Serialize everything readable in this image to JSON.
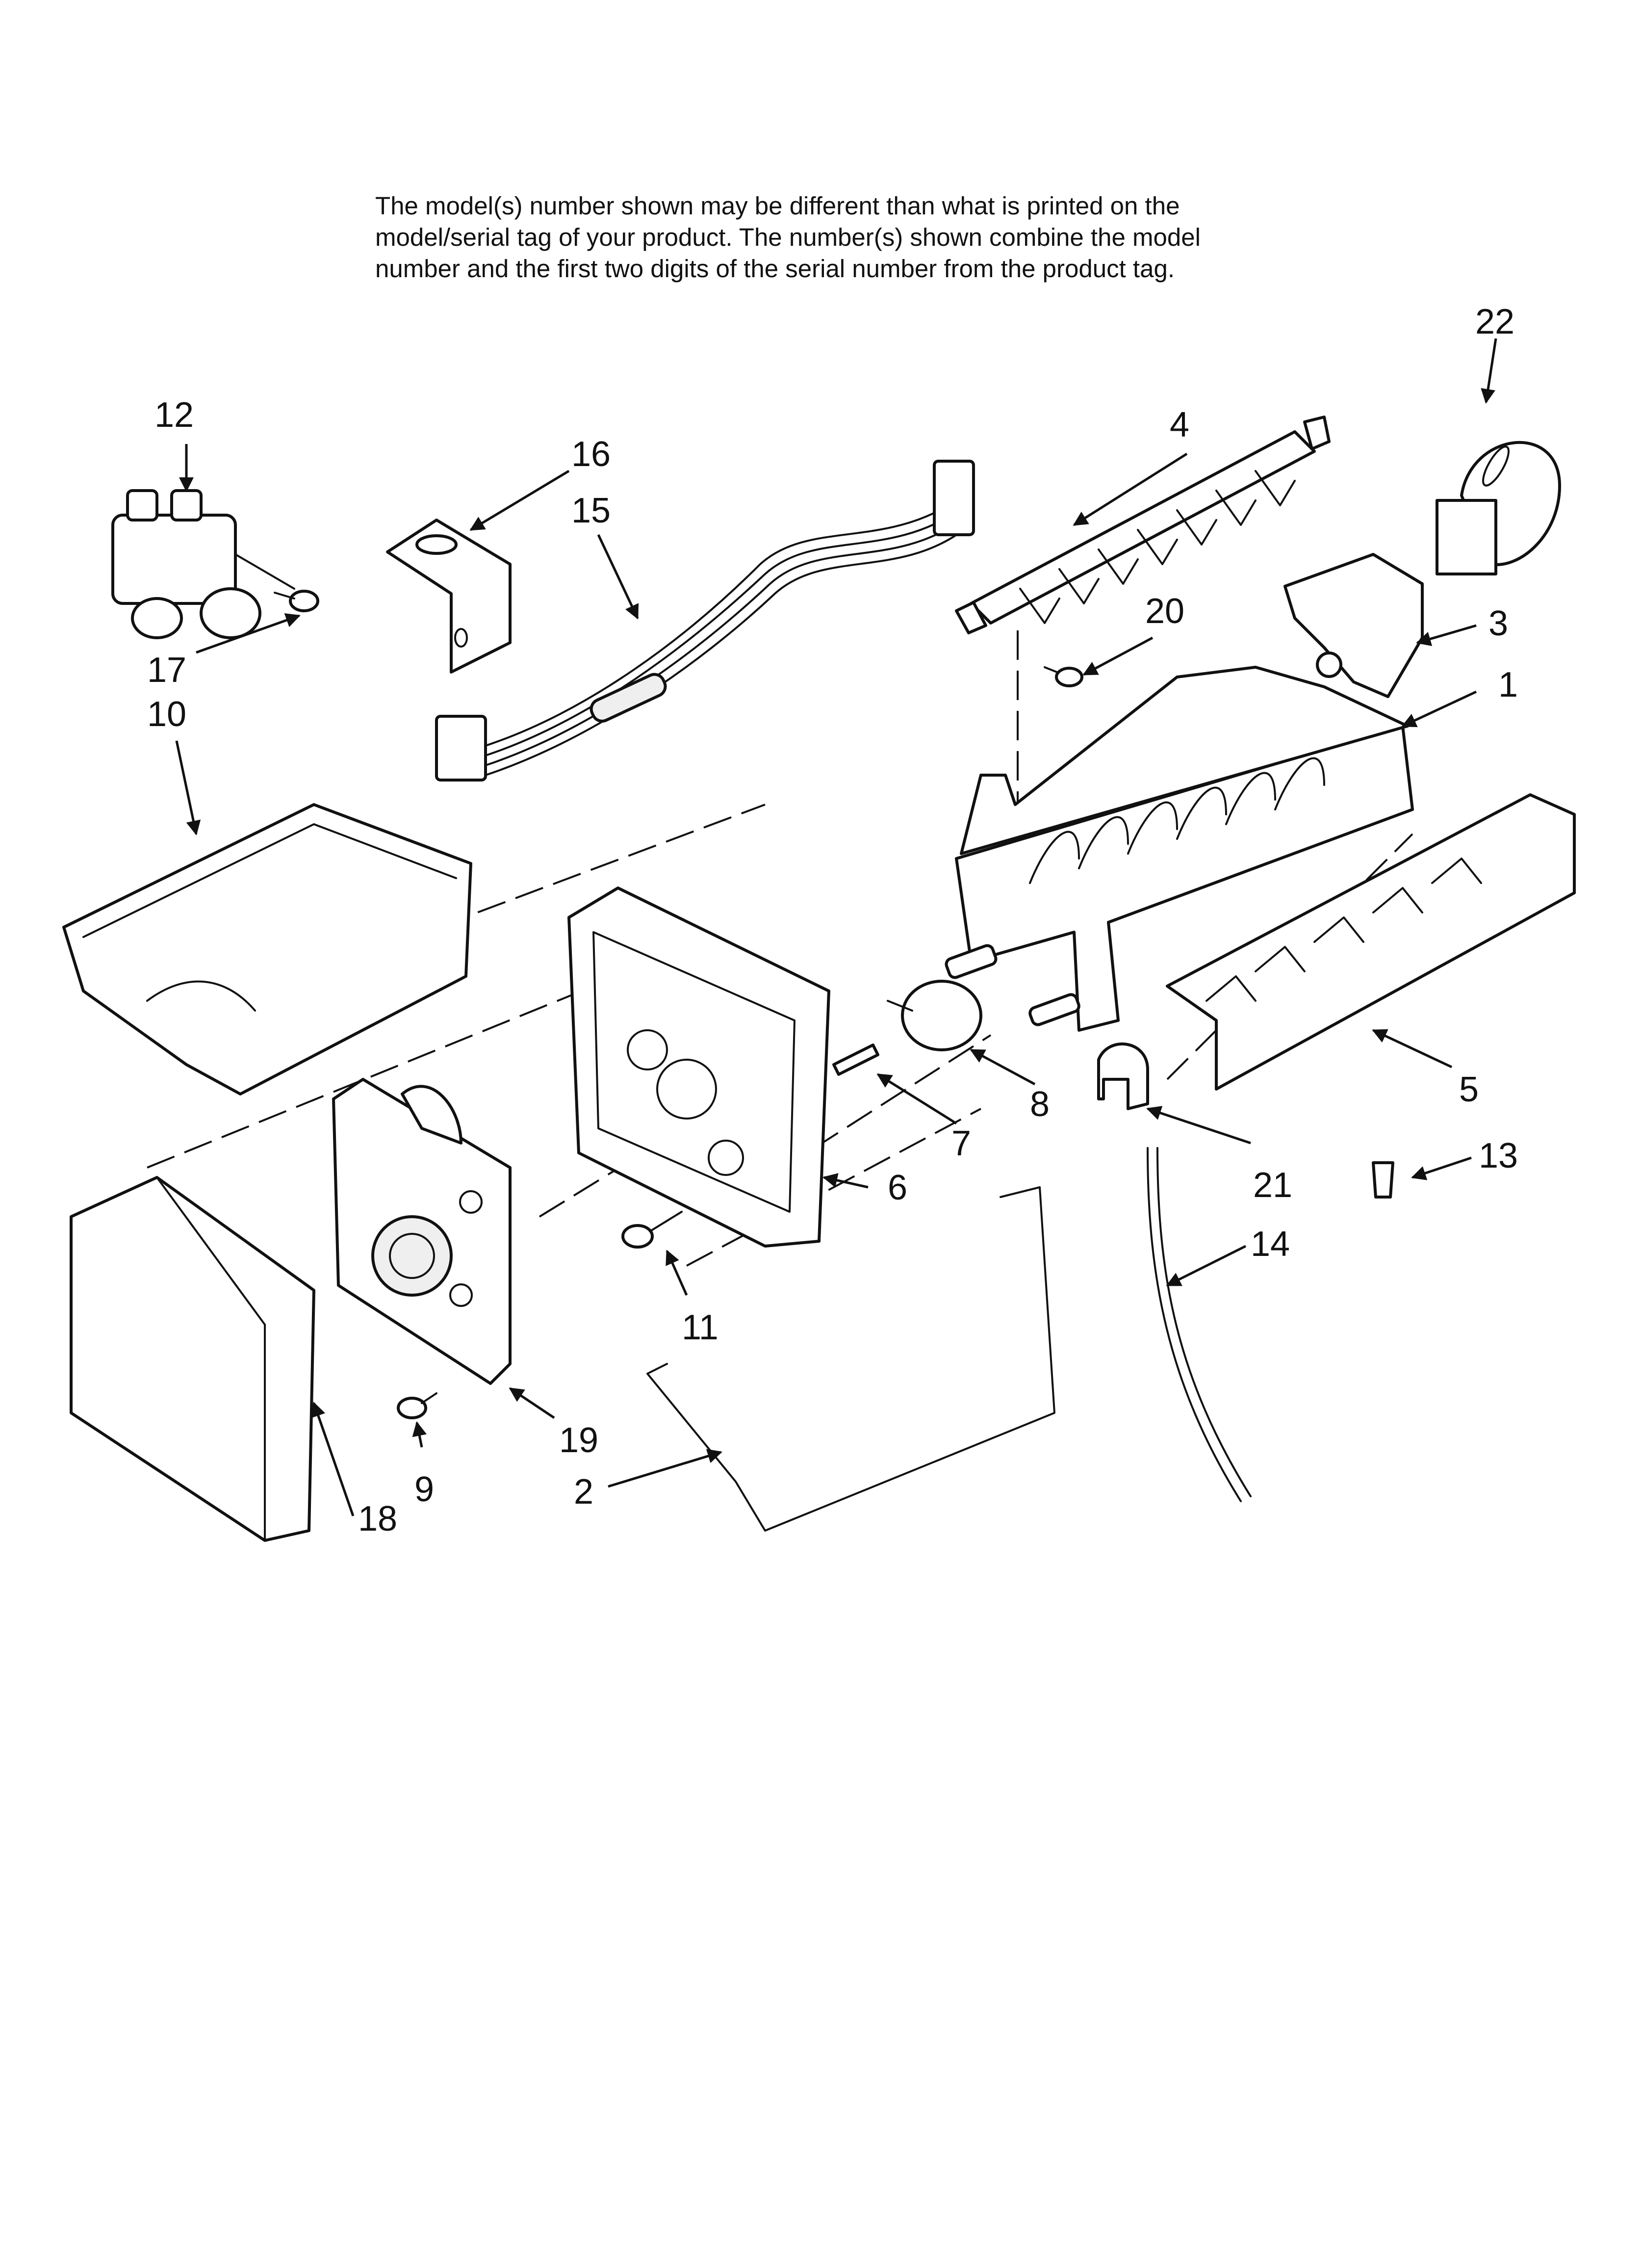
{
  "note": {
    "line1": "The model(s) number shown may be different than what is printed on the",
    "line2": "model/serial tag of your product. The number(s) shown combine the model",
    "line3": "number and the first two digits of the serial number from the product tag."
  },
  "parts": [
    {
      "key": "p1",
      "label": "1",
      "name": "ice-mold"
    },
    {
      "key": "p2",
      "label": "2",
      "name": "shut-off-arm"
    },
    {
      "key": "p3",
      "label": "3",
      "name": "fill-cup"
    },
    {
      "key": "p4",
      "label": "4",
      "name": "ejector"
    },
    {
      "key": "p5",
      "label": "5",
      "name": "stripper"
    },
    {
      "key": "p6",
      "label": "6",
      "name": "control-housing"
    },
    {
      "key": "p7",
      "label": "7",
      "name": "thermostat-pin"
    },
    {
      "key": "p8",
      "label": "8",
      "name": "thermostat"
    },
    {
      "key": "p9",
      "label": "9",
      "name": "screw"
    },
    {
      "key": "p10",
      "label": "10",
      "name": "ice-bucket"
    },
    {
      "key": "p11",
      "label": "11",
      "name": "screw"
    },
    {
      "key": "p12",
      "label": "12",
      "name": "water-valve"
    },
    {
      "key": "p13",
      "label": "13",
      "name": "plug"
    },
    {
      "key": "p14",
      "label": "14",
      "name": "tube"
    },
    {
      "key": "p15",
      "label": "15",
      "name": "wire-harness"
    },
    {
      "key": "p16",
      "label": "16",
      "name": "bracket"
    },
    {
      "key": "p17",
      "label": "17",
      "name": "screw"
    },
    {
      "key": "p18",
      "label": "18",
      "name": "cover"
    },
    {
      "key": "p19",
      "label": "19",
      "name": "motor-module"
    },
    {
      "key": "p20",
      "label": "20",
      "name": "screw"
    },
    {
      "key": "p21",
      "label": "21",
      "name": "clip"
    },
    {
      "key": "p22",
      "label": "22",
      "name": "fill-cup-heater"
    }
  ],
  "labels": {
    "p1": "1",
    "p2": "2",
    "p3": "3",
    "p4": "4",
    "p5": "5",
    "p6": "6",
    "p7": "7",
    "p8": "8",
    "p9": "9",
    "p10": "10",
    "p11": "11",
    "p12": "12",
    "p13": "13",
    "p14": "14",
    "p15": "15",
    "p16": "16",
    "p17": "17",
    "p18": "18",
    "p19": "19",
    "p20": "20",
    "p21": "21",
    "p22": "22"
  }
}
